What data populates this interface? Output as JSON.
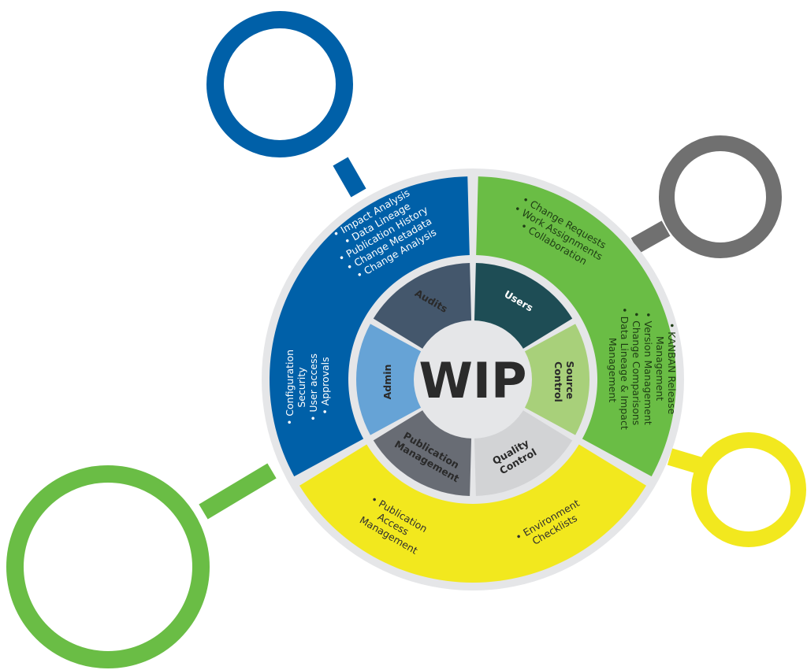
{
  "center": {
    "title": "WIP"
  },
  "colors": {
    "blue": "#0060a8",
    "green": "#6abd45",
    "gray": "#707070",
    "yellow": "#f2e81e",
    "ring": "#e5e6e8",
    "users": "#1e4d55",
    "source_control": "#a8d07a",
    "quality_control": "#d2d3d5",
    "publication_management": "#686c74",
    "admin": "#66a3d6",
    "audits": "#44576c"
  },
  "inner_segments": [
    {
      "id": "users",
      "label_lines": [
        "Users"
      ]
    },
    {
      "id": "source_control",
      "label_lines": [
        "Source",
        "Control"
      ]
    },
    {
      "id": "quality_control",
      "label_lines": [
        "Quality",
        "Control"
      ]
    },
    {
      "id": "publication_management",
      "label_lines": [
        "Publication",
        "Management"
      ]
    },
    {
      "id": "admin",
      "label_lines": [
        "Admin"
      ]
    },
    {
      "id": "audits",
      "label_lines": [
        "Audits"
      ]
    }
  ],
  "outer_segments": {
    "blue_top": [
      "• Impact Analysis",
      "• Data Lineage",
      "• Publication History",
      "• Change Metadata",
      "• Change Analysis"
    ],
    "blue_left": [
      "• Configuration",
      "Security",
      "• User access",
      "• Approvals"
    ],
    "green_top": [
      "• Change Requests",
      "• Work Assignments",
      "• Collaboration"
    ],
    "green_right": [
      "• KANBAN Release",
      "Management",
      "• Version Management",
      "• Change Comparisons",
      "• Data Lineage & Impact",
      "Management"
    ],
    "yellow_left": [
      "• Publication",
      "Access",
      "Management"
    ],
    "yellow_right": [
      "• Environment",
      "Checklists"
    ]
  }
}
